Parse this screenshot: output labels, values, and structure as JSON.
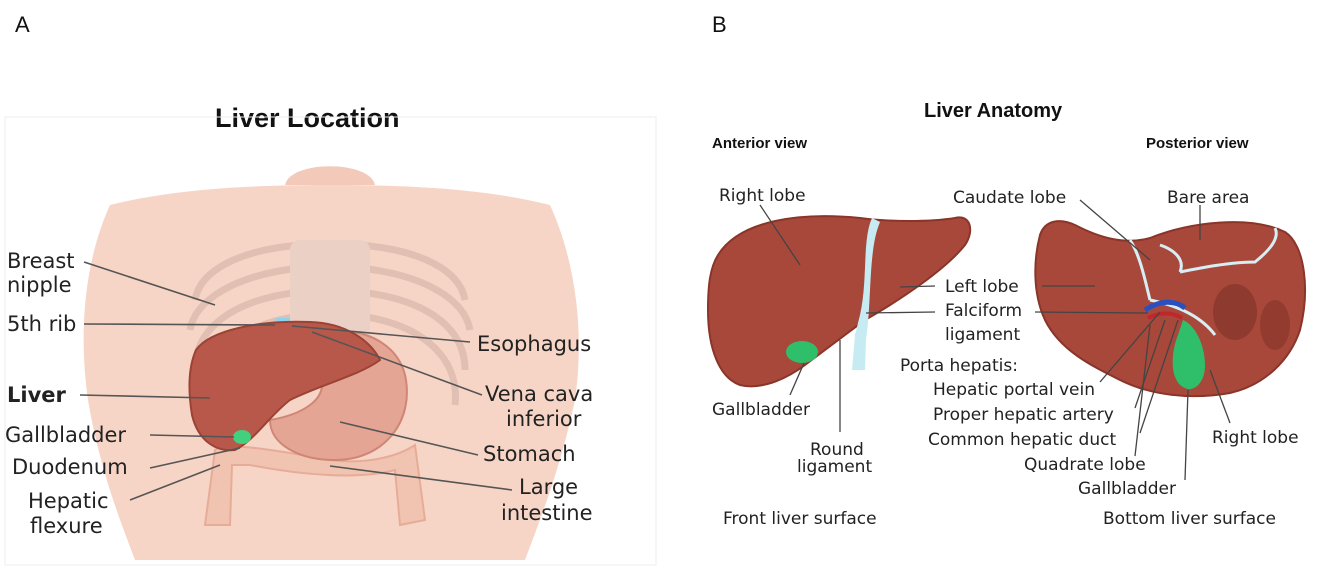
{
  "panel_a": {
    "letter": "A",
    "title": "Liver Location",
    "labels": {
      "breast": "Breast",
      "nipple": "nipple",
      "rib": "5th rib",
      "liver": "Liver",
      "gallbladder": "Gallbladder",
      "duodenum": "Duodenum",
      "hepatic": "Hepatic",
      "flexure": "flexure",
      "esophagus": "Esophagus",
      "vena_cava": "Vena cava",
      "inferior": "inferior",
      "stomach": "Stomach",
      "large": "Large",
      "intestine": "intestine"
    }
  },
  "panel_b": {
    "letter": "B",
    "title": "Liver Anatomy",
    "anterior_view": "Anterior view",
    "posterior_view": "Posterior view",
    "labels": {
      "right_lobe_front": "Right lobe",
      "left_lobe": "Left lobe",
      "falciform": "Falciform",
      "ligament": "ligament",
      "gallbladder_front": "Gallbladder",
      "round": "Round",
      "round_ligament": "ligament",
      "front_surface": "Front liver surface",
      "caudate_lobe": "Caudate lobe",
      "bare_area": "Bare area",
      "porta_hepatis": "Porta hepatis:",
      "hepatic_portal_vein": "Hepatic portal vein",
      "proper_hepatic_artery": "Proper hepatic artery",
      "common_hepatic_duct": "Common hepatic duct",
      "right_lobe_back": "Right lobe",
      "quadrate_lobe": "Quadrate lobe",
      "gallbladder_back": "Gallbladder",
      "bottom_surface": "Bottom liver surface"
    }
  },
  "colors": {
    "liver": "#a8483b",
    "liver_dark": "#8a3529",
    "skin": "#f6d5c6",
    "gallbladder": "#2fbf6a",
    "vessel_blue": "#2a4fc0",
    "vessel_red": "#c0262b",
    "ligament": "#bfe6ef"
  }
}
